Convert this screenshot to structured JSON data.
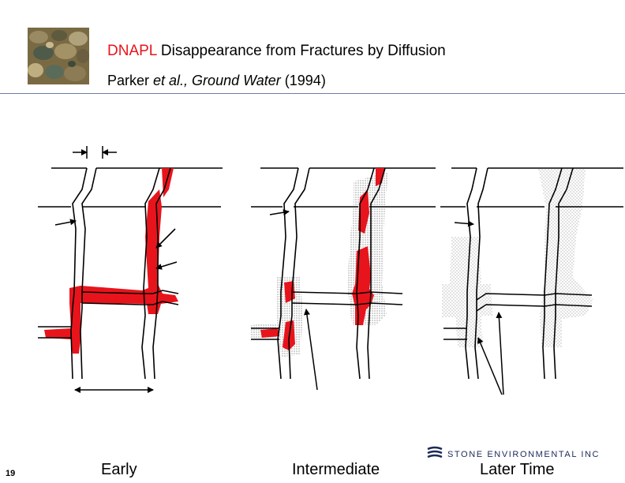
{
  "header": {
    "title_accent": "DNAPL",
    "title_rest": " Disappearance from Fractures by Diffusion",
    "citation_author": "Parker ",
    "citation_etal": "et al., Ground Water",
    "citation_year": " (1994)"
  },
  "panels": [
    {
      "label": "Early"
    },
    {
      "label": "Intermediate"
    },
    {
      "label": "Later Time"
    }
  ],
  "footer": {
    "page_number": "19",
    "company_logo_text": "STONE ENVIRONMENTAL INC"
  },
  "colors": {
    "dnapl": "#e8141c",
    "accent": "#e8141c",
    "rule": "#6a7fa3",
    "logo": "#1b2a5a"
  }
}
